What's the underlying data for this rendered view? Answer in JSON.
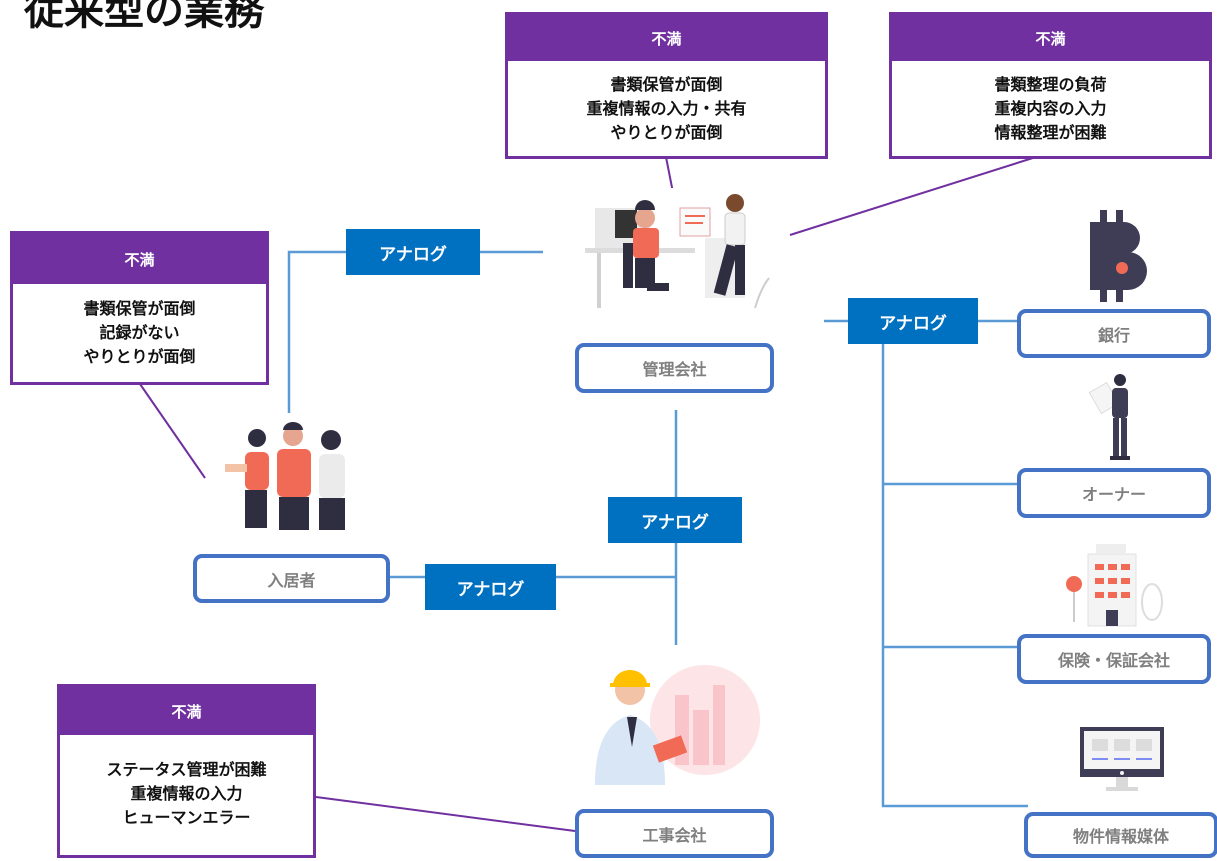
{
  "page_title": "従来型の業務",
  "complaint_header": "不満",
  "analog_label": "アナログ",
  "complaints": {
    "management_center": [
      "書類保管が面倒",
      "重複情報の入力・共有",
      "やりとりが面倒"
    ],
    "management_right": [
      "書類整理の負荷",
      "重複内容の入力",
      "情報整理が困難"
    ],
    "tenant": [
      "書類保管が面倒",
      "記録がない",
      "やりとりが面倒"
    ],
    "construction": [
      "ステータス管理が困難",
      "重複情報の入力",
      "ヒューマンエラー"
    ]
  },
  "entities": {
    "management_company": "管理会社",
    "tenant": "入居者",
    "construction_company": "工事会社",
    "bank": "銀行",
    "owner": "オーナー",
    "insurance_guarantee": "保険・保証会社",
    "property_media": "物件情報媒体"
  },
  "colors": {
    "complaint_purple": "#7030a0",
    "badge_blue": "#0070c0",
    "entity_border_blue": "#4472c4",
    "connector_blue": "#5b9bd5",
    "connector_purple": "#7030a0"
  },
  "icons": {
    "management": "office-workers-illustration",
    "tenant": "tenants-group-illustration",
    "construction": "construction-worker-illustration",
    "bank": "bitcoin-bank-icon",
    "owner": "owner-person-illustration",
    "insurance": "building-illustration",
    "media": "monitor-icon"
  }
}
